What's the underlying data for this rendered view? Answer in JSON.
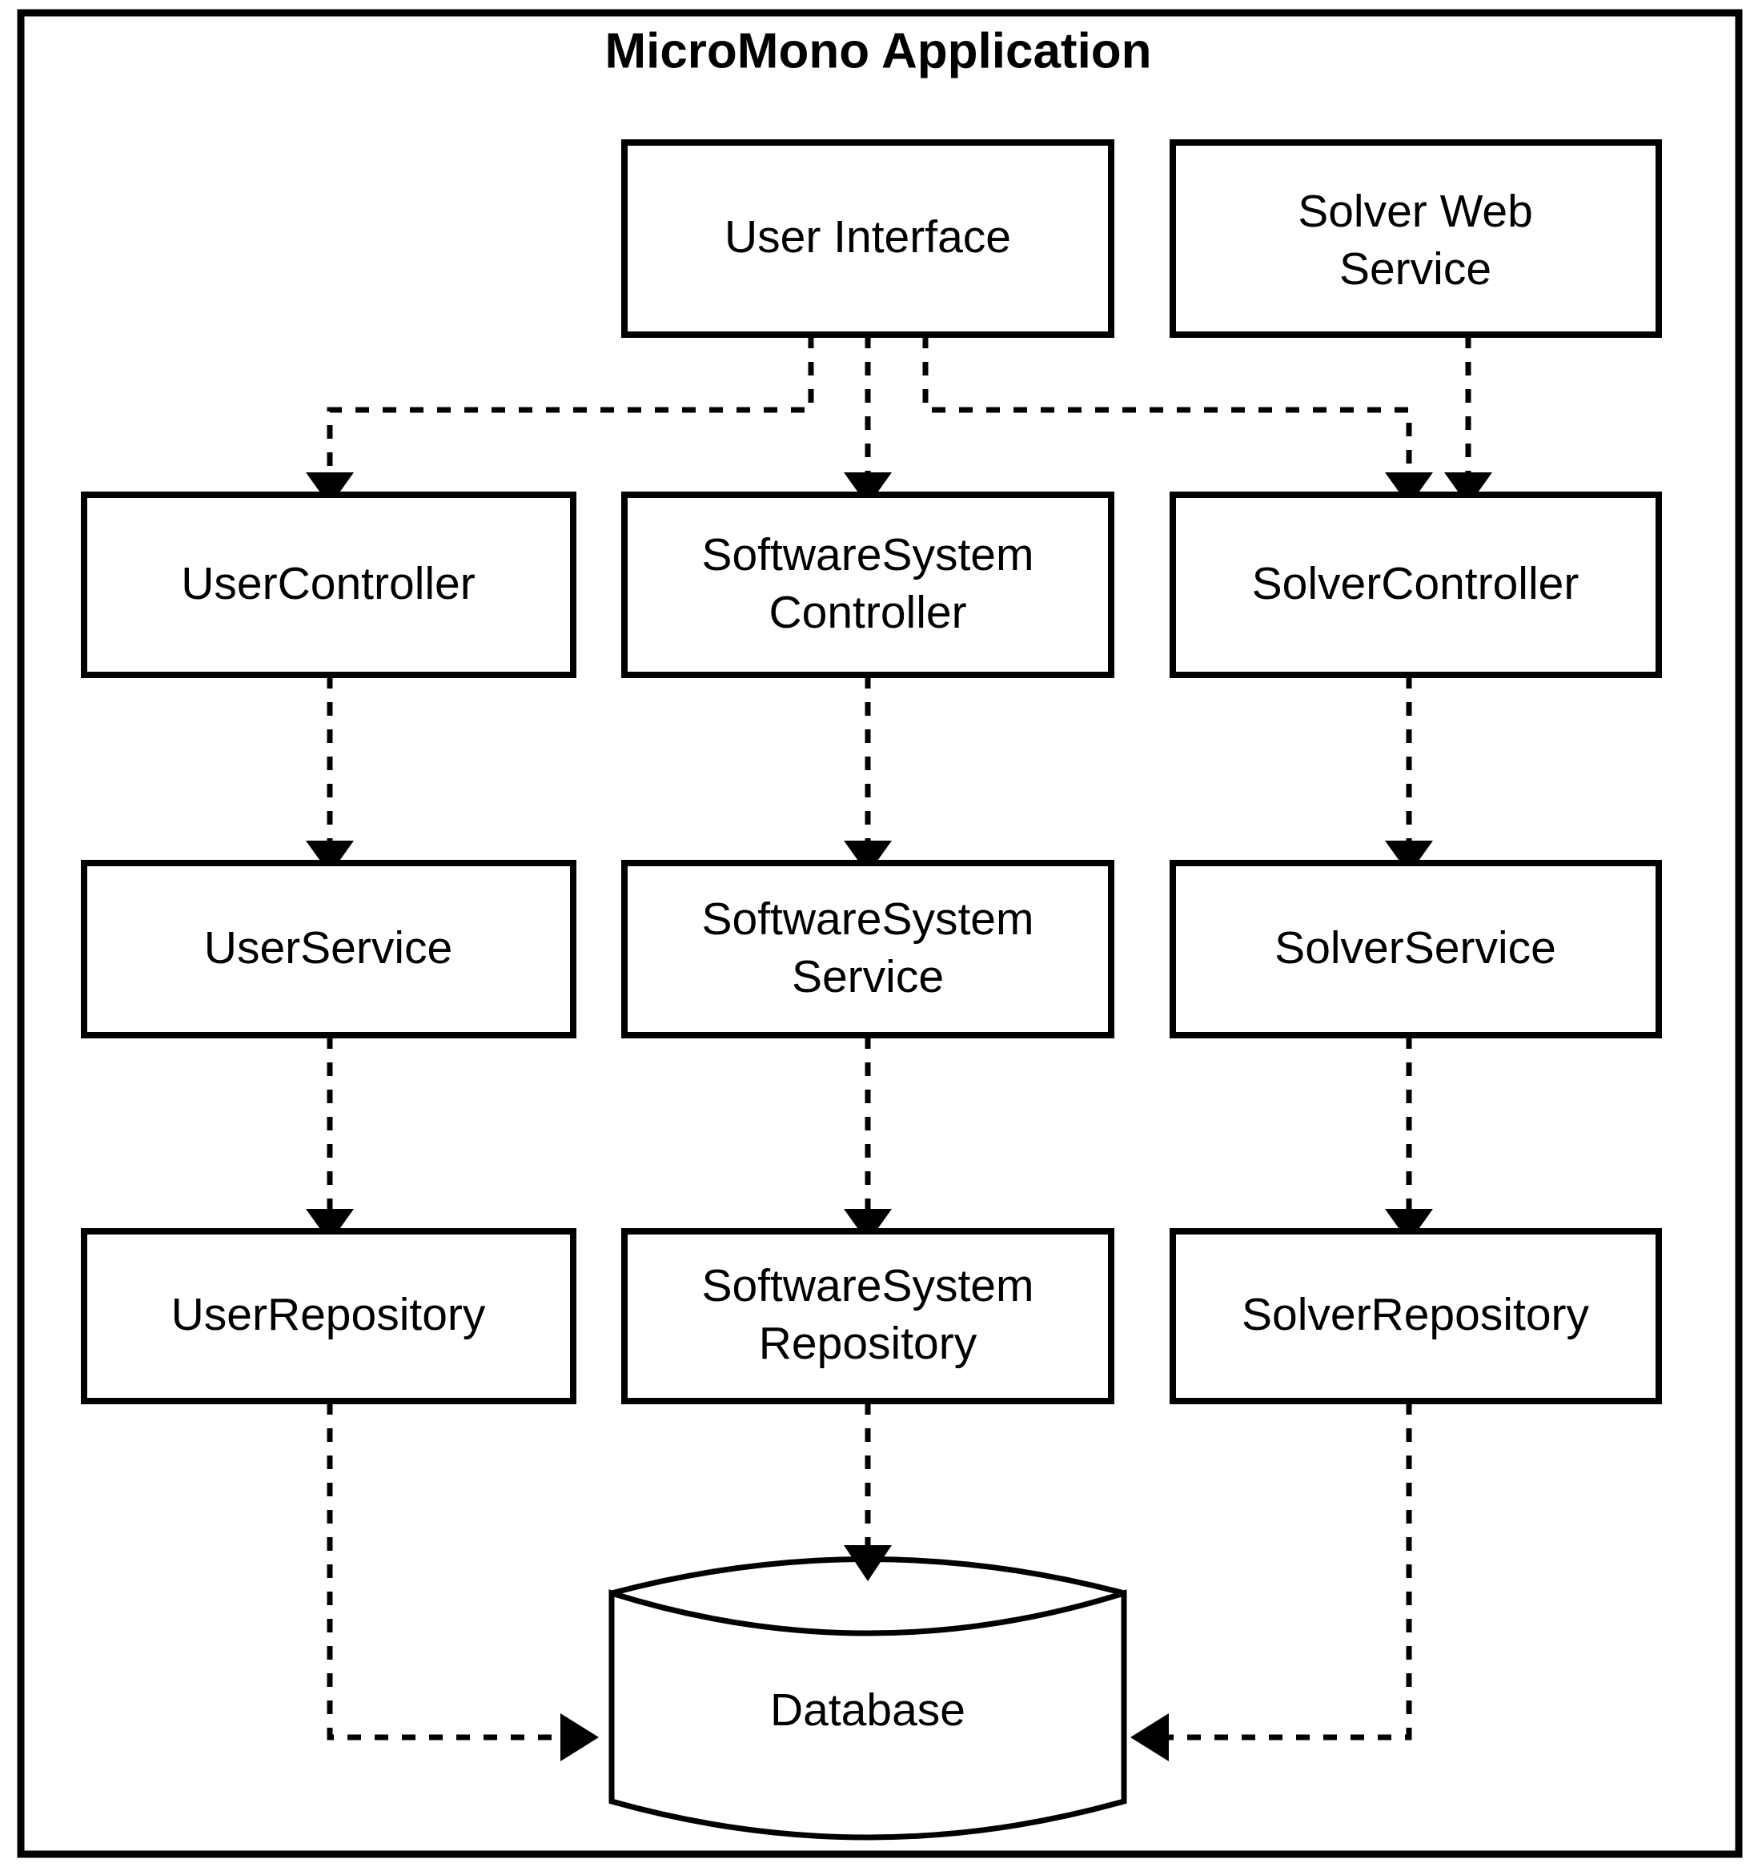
{
  "diagram": {
    "title": "MicroMono Application",
    "type": "layered-architecture-diagram",
    "colors": {
      "background": "#ffffff",
      "stroke": "#000000",
      "node_fill": "#ffffff"
    },
    "nodes": {
      "user_interface": {
        "label": "User Interface",
        "shape": "rectangle"
      },
      "solver_web_service": {
        "label_line1": "Solver Web",
        "label_line2": "Service",
        "shape": "rectangle"
      },
      "user_controller": {
        "label": "UserController",
        "shape": "rectangle"
      },
      "softwaresystem_controller": {
        "label_line1": "SoftwareSystem",
        "label_line2": "Controller",
        "shape": "rectangle"
      },
      "solver_controller": {
        "label": "SolverController",
        "shape": "rectangle"
      },
      "user_service": {
        "label": "UserService",
        "shape": "rectangle"
      },
      "softwaresystem_service": {
        "label_line1": "SoftwareSystem",
        "label_line2": "Service",
        "shape": "rectangle"
      },
      "solver_service": {
        "label": "SolverService",
        "shape": "rectangle"
      },
      "user_repository": {
        "label": "UserRepository",
        "shape": "rectangle"
      },
      "softwaresystem_repository": {
        "label_line1": "SoftwareSystem",
        "label_line2": "Repository",
        "shape": "rectangle"
      },
      "solver_repository": {
        "label": "SolverRepository",
        "shape": "rectangle"
      },
      "database": {
        "label": "Database",
        "shape": "cylinder"
      }
    },
    "edges": [
      {
        "from": "user_interface",
        "to": "user_controller",
        "style": "dashed",
        "arrow": "down"
      },
      {
        "from": "user_interface",
        "to": "softwaresystem_controller",
        "style": "dashed",
        "arrow": "down"
      },
      {
        "from": "user_interface",
        "to": "solver_controller",
        "style": "dashed",
        "arrow": "down"
      },
      {
        "from": "solver_web_service",
        "to": "solver_controller",
        "style": "dashed",
        "arrow": "down"
      },
      {
        "from": "user_controller",
        "to": "user_service",
        "style": "dashed",
        "arrow": "down"
      },
      {
        "from": "softwaresystem_controller",
        "to": "softwaresystem_service",
        "style": "dashed",
        "arrow": "down"
      },
      {
        "from": "solver_controller",
        "to": "solver_service",
        "style": "dashed",
        "arrow": "down"
      },
      {
        "from": "user_service",
        "to": "user_repository",
        "style": "dashed",
        "arrow": "down"
      },
      {
        "from": "softwaresystem_service",
        "to": "softwaresystem_repository",
        "style": "dashed",
        "arrow": "down"
      },
      {
        "from": "solver_service",
        "to": "solver_repository",
        "style": "dashed",
        "arrow": "down"
      },
      {
        "from": "user_repository",
        "to": "database",
        "style": "dashed",
        "arrow": "right"
      },
      {
        "from": "softwaresystem_repository",
        "to": "database",
        "style": "dashed",
        "arrow": "down"
      },
      {
        "from": "solver_repository",
        "to": "database",
        "style": "dashed",
        "arrow": "left"
      }
    ]
  }
}
